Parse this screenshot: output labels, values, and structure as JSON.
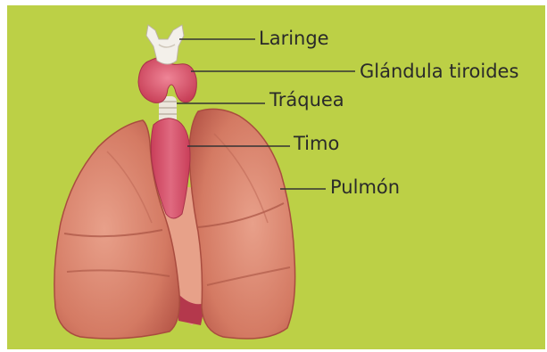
{
  "labels": {
    "larynx": "Laringe",
    "thyroid": "Glándula tiroides",
    "trachea": "Tráquea",
    "thymus": "Timo",
    "lung": "Pulmón"
  },
  "colors": {
    "background": "#bcd046",
    "lung": "#d77d66",
    "thyroid": "#d9566a",
    "thymus": "#d9536c",
    "cartilage": "#f3f0ea",
    "leader_line": "#333333"
  }
}
